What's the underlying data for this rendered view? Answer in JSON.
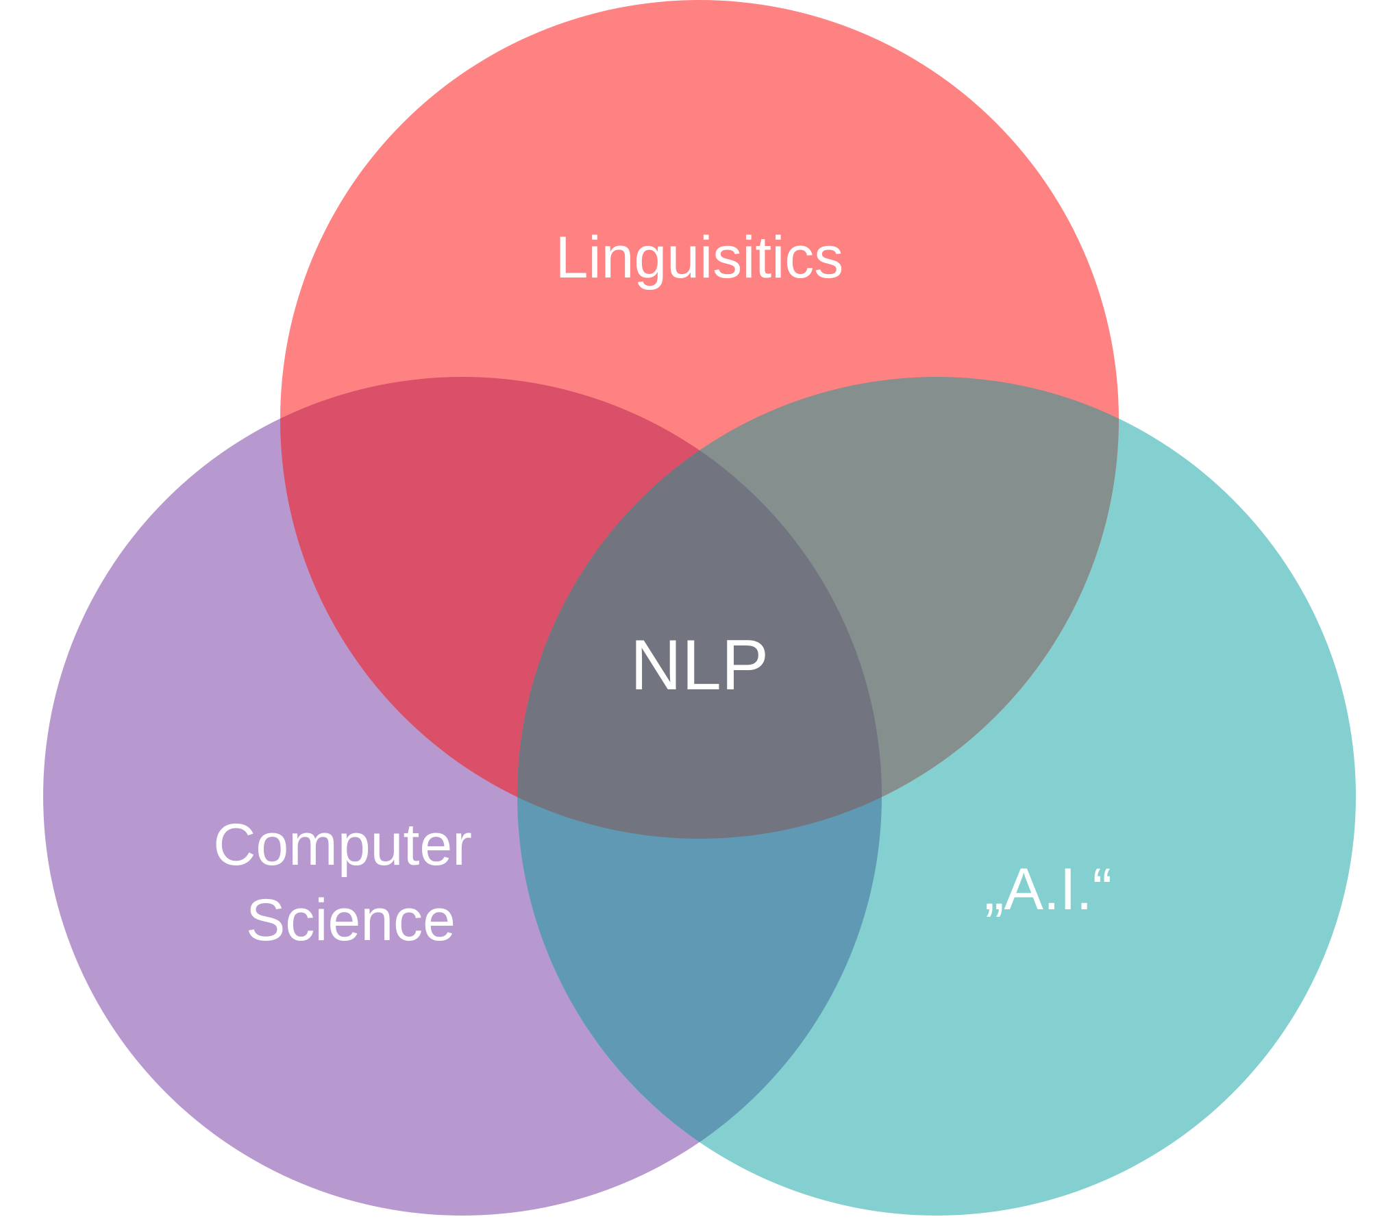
{
  "diagram": {
    "type": "venn",
    "sets": [
      {
        "id": "linguistics",
        "label": "Linguisitics",
        "color": "#FF8282"
      },
      {
        "id": "computer-science",
        "label_lines": [
          "Computer",
          "Science"
        ],
        "color": "#B799CF"
      },
      {
        "id": "ai",
        "label": "„A.I.“",
        "color": "#84CFCF"
      }
    ],
    "overlaps": {
      "linguistics_cs": "#D95068",
      "linguistics_ai": "#858F8D",
      "cs_ai": "#5F99B3",
      "all_three": "#72747F"
    },
    "center_label": "NLP"
  }
}
